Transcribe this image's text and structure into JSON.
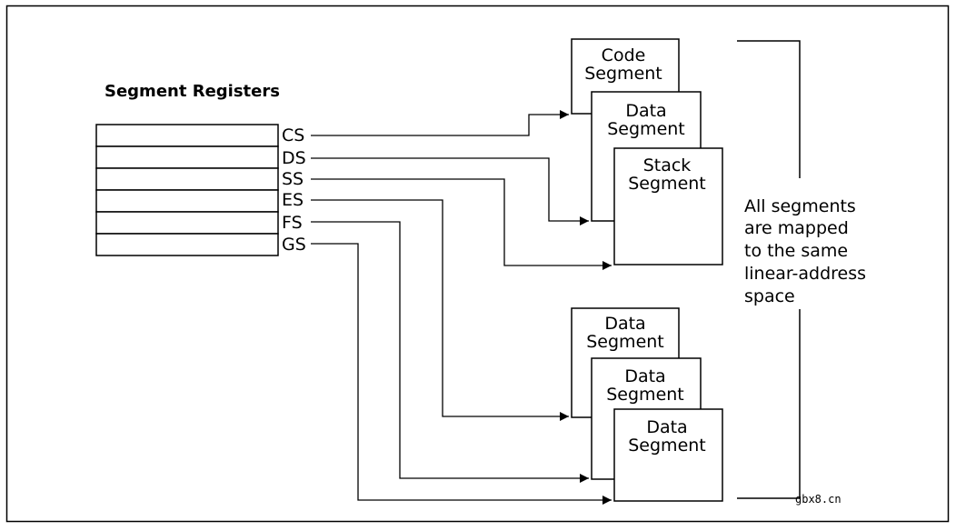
{
  "title": "Segment Registers",
  "registers": [
    "CS",
    "DS",
    "SS",
    "ES",
    "FS",
    "GS"
  ],
  "upper_group": {
    "segments": [
      {
        "line1": "Code",
        "line2": "Segment"
      },
      {
        "line1": "Data",
        "line2": "Segment"
      },
      {
        "line1": "Stack",
        "line2": "Segment"
      }
    ]
  },
  "lower_group": {
    "segments": [
      {
        "line1": "Data",
        "line2": "Segment"
      },
      {
        "line1": "Data",
        "line2": "Segment"
      },
      {
        "line1": "Data",
        "line2": "Segment"
      }
    ]
  },
  "note": [
    "All segments",
    "are mapped",
    "to the same",
    "linear-address",
    "space"
  ],
  "watermark": "gbx8.cn"
}
